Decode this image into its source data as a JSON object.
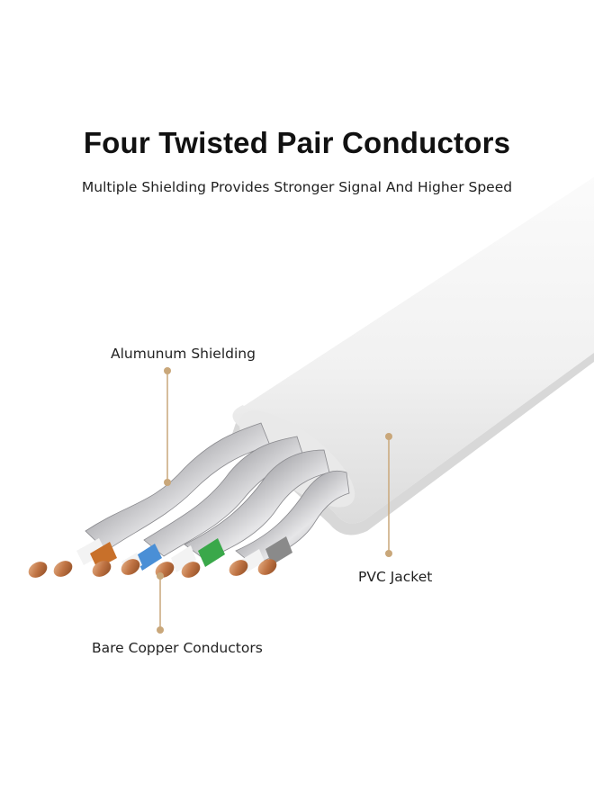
{
  "header": {
    "title": "Four Twisted Pair Conductors",
    "subtitle": "Multiple Shielding Provides Stronger Signal And Higher Speed"
  },
  "callouts": {
    "shielding": "Alumunum Shielding",
    "jacket": "PVC Jacket",
    "copper": "Bare Copper Conductors"
  },
  "colors": {
    "leader": "#c9a77a",
    "jacket": "#f4f4f4",
    "foil": "#b8b8bc",
    "copper": "#c8814e",
    "pair_orange": "#c8702a",
    "pair_blue": "#4a8fd6",
    "pair_green": "#3aa84a",
    "pair_brown": "#8a8a8a"
  }
}
